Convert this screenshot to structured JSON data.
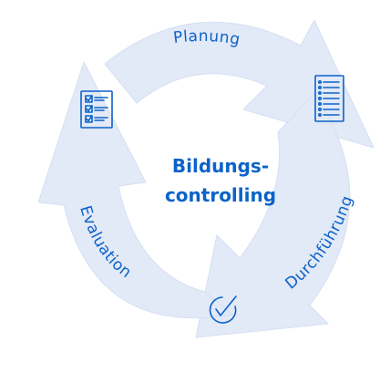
{
  "colors": {
    "arrow_fill": "#e2e9f7",
    "arrow_edge": "#d6e0f3",
    "text": "#0b63c8",
    "icon": "#0b63c8"
  },
  "center": {
    "line1": "Bildungs-",
    "line2": "controlling"
  },
  "segments": [
    {
      "label": "Planung",
      "icon": "checklist-icon"
    },
    {
      "label": "Durchführung",
      "icon": "list-document-icon"
    },
    {
      "label": "Evaluation",
      "icon": "check-circle-icon"
    }
  ]
}
